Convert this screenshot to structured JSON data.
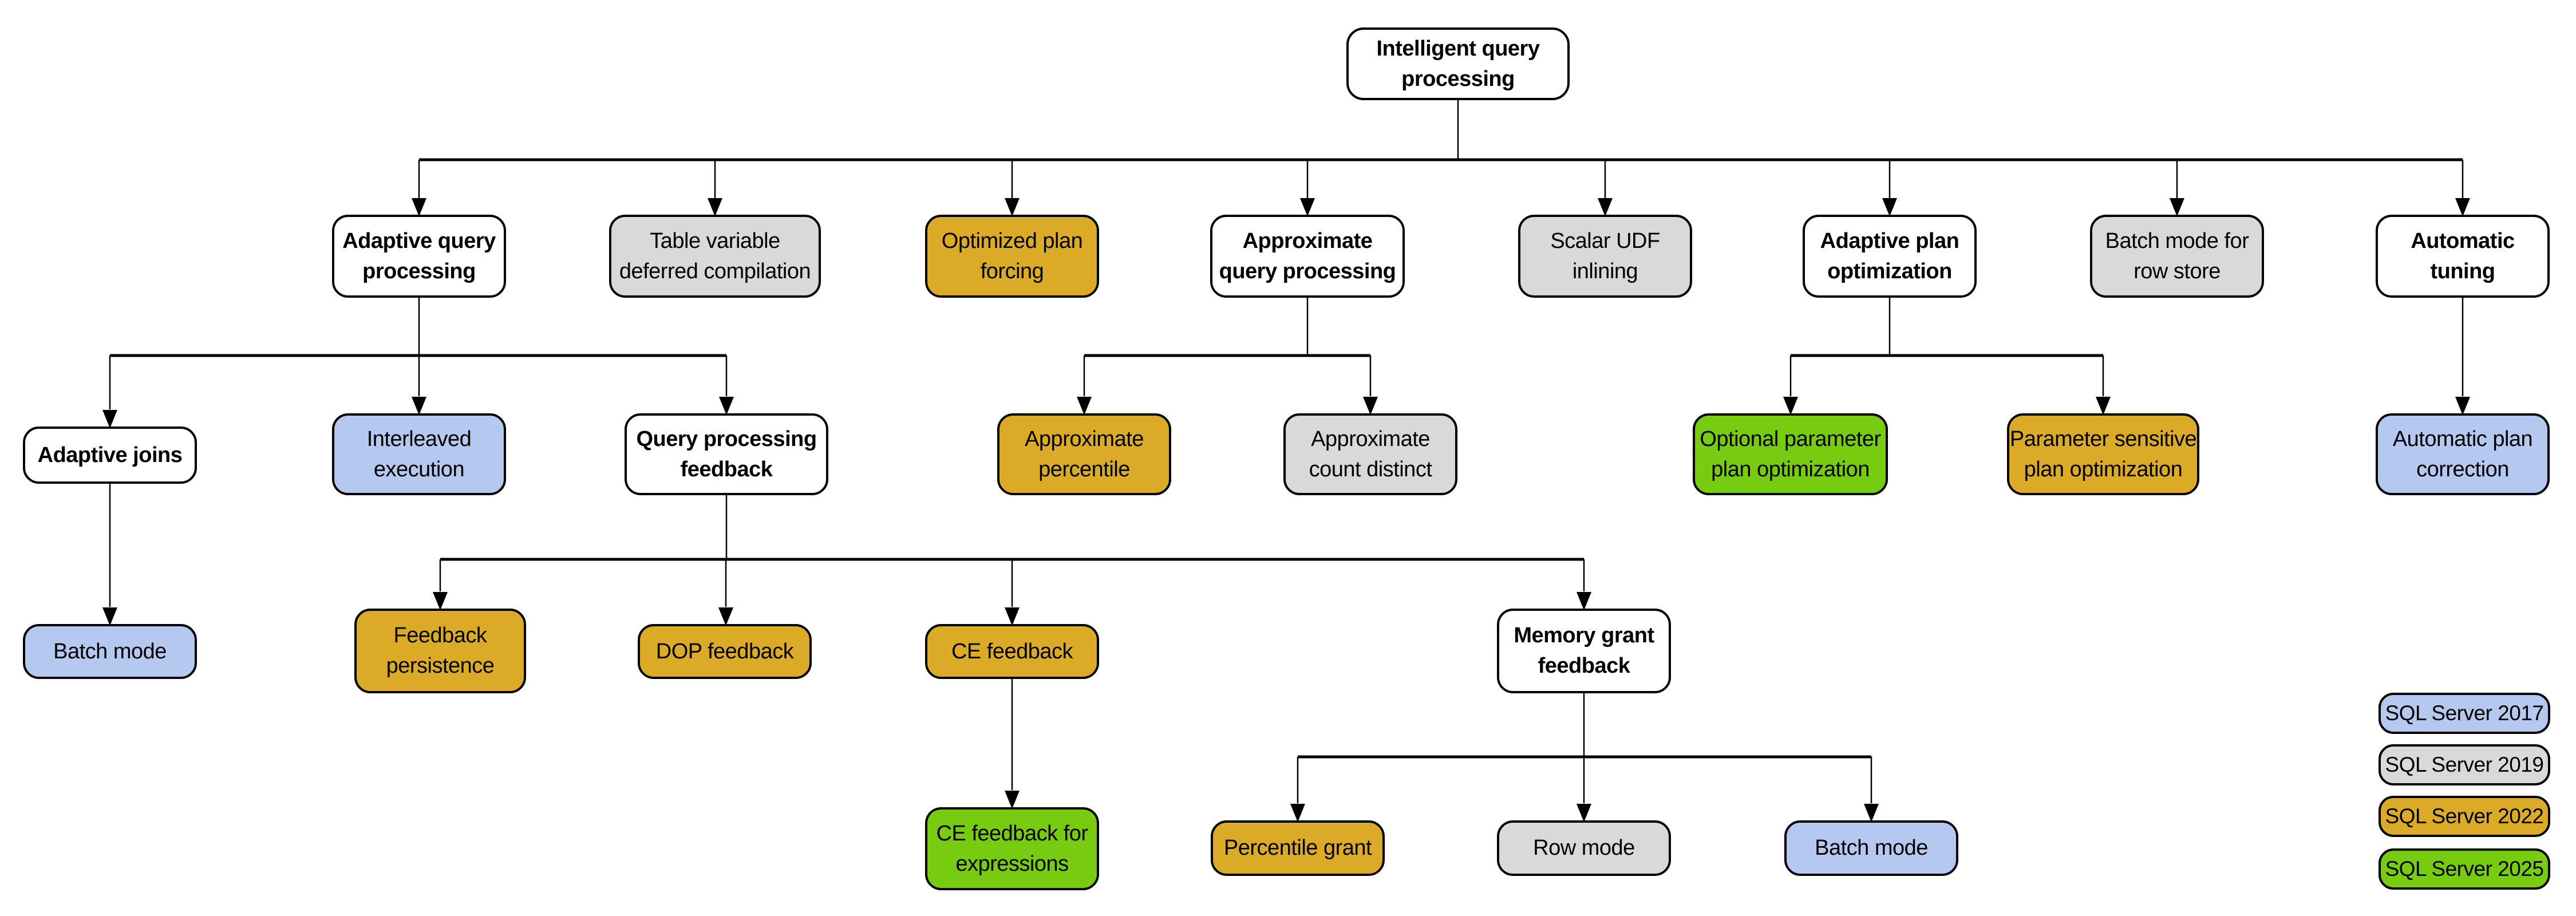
{
  "palette": {
    "parent": "#ffffff",
    "sql2017": "#b5c8f0",
    "sql2019": "#d9d9d9",
    "sql2022": "#dbab27",
    "sql2025": "#77cb11",
    "border": "#000000",
    "line": "#000000"
  },
  "nodes": {
    "root": {
      "label": "Intelligent query\nprocessing",
      "category": "parent"
    },
    "adaptive_query_processing": {
      "label": "Adaptive query\nprocessing",
      "category": "parent"
    },
    "table_variable_deferred_compilation": {
      "label": "Table variable\ndeferred compilation",
      "category": "sql2019"
    },
    "optimized_plan_forcing": {
      "label": "Optimized plan\nforcing",
      "category": "sql2022"
    },
    "approximate_query_processing": {
      "label": "Approximate\nquery processing",
      "category": "parent"
    },
    "scalar_udf_inlining": {
      "label": "Scalar UDF\ninlining",
      "category": "sql2019"
    },
    "adaptive_plan_optimization": {
      "label": "Adaptive plan\noptimization",
      "category": "parent"
    },
    "batch_mode_for_row_store": {
      "label": "Batch mode for\nrow store",
      "category": "sql2019"
    },
    "automatic_tuning": {
      "label": "Automatic\ntuning",
      "category": "parent"
    },
    "adaptive_joins": {
      "label": "Adaptive joins",
      "category": "parent"
    },
    "interleaved_execution": {
      "label": "Interleaved\nexecution",
      "category": "sql2017"
    },
    "query_processing_feedback": {
      "label": "Query processing\nfeedback",
      "category": "parent"
    },
    "approximate_percentile": {
      "label": "Approximate\npercentile",
      "category": "sql2022"
    },
    "approximate_count_distinct": {
      "label": "Approximate\ncount distinct",
      "category": "sql2019"
    },
    "optional_parameter_plan_optimization": {
      "label": "Optional parameter\nplan optimization",
      "category": "sql2025"
    },
    "parameter_sensitive_plan_optimization": {
      "label": "Parameter sensitive\nplan optimization",
      "category": "sql2022"
    },
    "automatic_plan_correction": {
      "label": "Automatic plan\ncorrection",
      "category": "sql2017"
    },
    "batch_mode_adaptive": {
      "label": "Batch mode",
      "category": "sql2017"
    },
    "feedback_persistence": {
      "label": "Feedback\npersistence",
      "category": "sql2022"
    },
    "dop_feedback": {
      "label": "DOP feedback",
      "category": "sql2022"
    },
    "ce_feedback": {
      "label": "CE feedback",
      "category": "sql2022"
    },
    "memory_grant_feedback": {
      "label": "Memory grant\nfeedback",
      "category": "parent"
    },
    "ce_feedback_for_expressions": {
      "label": "CE feedback for\nexpressions",
      "category": "sql2025"
    },
    "percentile_grant": {
      "label": "Percentile grant",
      "category": "sql2022"
    },
    "row_mode": {
      "label": "Row mode",
      "category": "sql2019"
    },
    "batch_mode_memory_grant": {
      "label": "Batch mode",
      "category": "sql2017"
    }
  },
  "legend": {
    "items": [
      {
        "label": "SQL Server 2017",
        "category": "sql2017"
      },
      {
        "label": "SQL Server 2019",
        "category": "sql2019"
      },
      {
        "label": "SQL Server 2022",
        "category": "sql2022"
      },
      {
        "label": "SQL Server 2025",
        "category": "sql2025"
      }
    ]
  }
}
